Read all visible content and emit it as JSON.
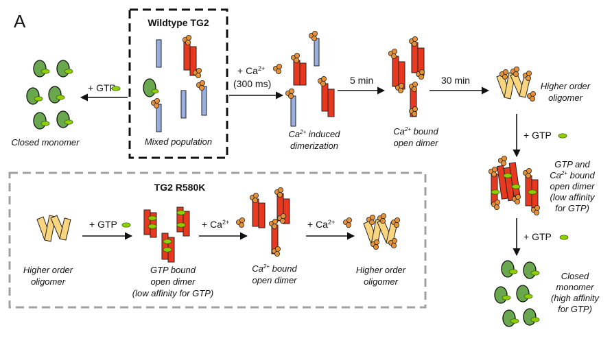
{
  "panel_letter": "A",
  "top": {
    "box_title": "Wildtype TG2",
    "mixed_population": "Mixed population",
    "left_arrow_label": "+ GTP",
    "closed_monomer": "Closed monomer",
    "ca_arrow": {
      "prefix": "+ Ca",
      "sup": "2+",
      "time": "(300 ms)"
    },
    "dimerization": {
      "line1_pre": "Ca",
      "line1_sup": "2+",
      "line1_post": " induced",
      "line2": "dimerization"
    },
    "arrow_5min": "5 min",
    "bound_dimer": {
      "line1_pre": "Ca",
      "line1_sup": "2+",
      "line1_post": " bound",
      "line2": "open dimer"
    },
    "arrow_30min": "30 min",
    "higher_order": {
      "line1": "Higher order",
      "line2": "oligomer"
    }
  },
  "right": {
    "gtp_arrow1": "+ GTP",
    "gtp_ca_dimer": {
      "line1": "GTP and",
      "line2_pre": "Ca",
      "line2_sup": "2+",
      "line2_post": " bound",
      "line3": "open dimer",
      "line4": "(low affinity",
      "line5": "for GTP)"
    },
    "gtp_arrow2": "+ GTP",
    "closed_monomer": {
      "line1": "Closed",
      "line2": "monomer",
      "line3": "(high affinity",
      "line4": "for GTP)"
    }
  },
  "bottom": {
    "box_title": "TG2 R580K",
    "higher_order": {
      "line1": "Higher order",
      "line2": "oligomer"
    },
    "gtp_arrow": "+ GTP",
    "gtp_dimer": {
      "line1": "GTP bound",
      "line2": "open dimer",
      "line3": "(low affinity for GTP)"
    },
    "ca_arrow1": {
      "prefix": "+ Ca",
      "sup": "2+"
    },
    "ca_dimer": {
      "line1_pre": "Ca",
      "line1_sup": "2+",
      "line1_post": " bound",
      "line2": "open dimer"
    },
    "ca_arrow2": {
      "prefix": "+ Ca",
      "sup": "2+"
    },
    "higher_order2": {
      "line1": "Higher order",
      "line2": "oligomer"
    }
  },
  "gtp_tag": "GTP",
  "colors": {
    "green": "#6aa84f",
    "red": "#e8381f",
    "blue": "#98aee0",
    "yellow": "#f8d57e",
    "orange": "#e69138",
    "black_box": "#111111",
    "gray_box": "#a0a0a0"
  }
}
